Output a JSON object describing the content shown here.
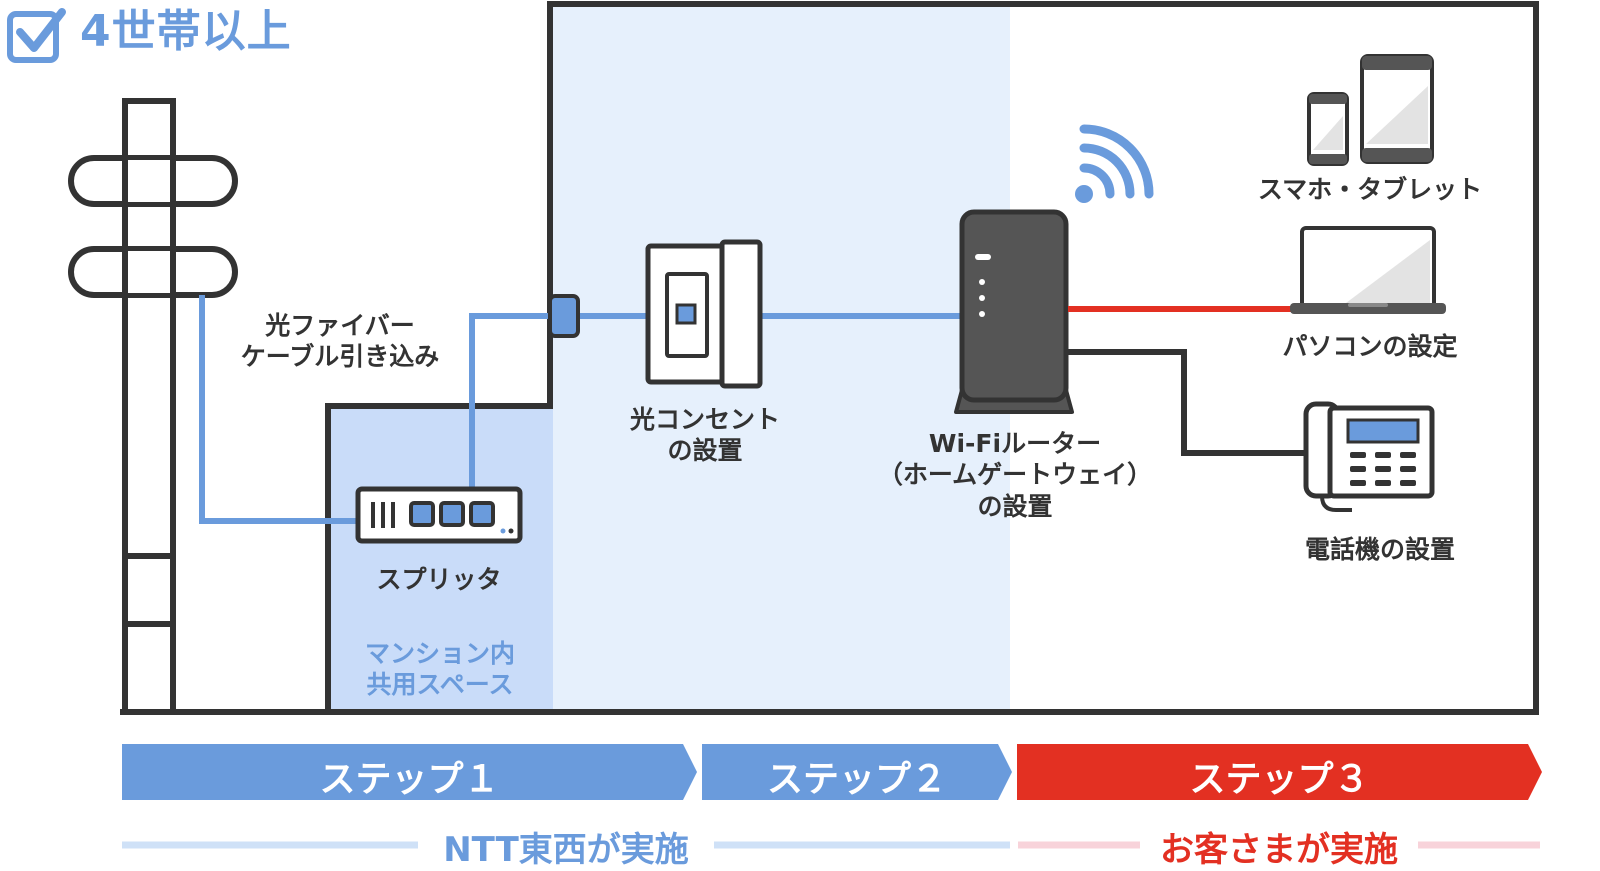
{
  "title": "4世帯以上",
  "labels": {
    "fiber_line1": "光ファイバー",
    "fiber_line2": "ケーブル引き込み",
    "splitter": "スプリッタ",
    "shared_line1": "マンション内",
    "shared_line2": "共用スペース",
    "outlet_line1": "光コンセント",
    "outlet_line2": "の設置",
    "router_line1": "Wi-Fiルーター",
    "router_line2": "（ホームゲートウェイ）",
    "router_line3": "の設置",
    "smartphone_tablet": "スマホ・タブレット",
    "pc": "パソコンの設定",
    "phone": "電話機の設置"
  },
  "steps": [
    {
      "label": "ステップ１",
      "color": "#6a9bdc"
    },
    {
      "label": "ステップ２",
      "color": "#6a9bdc"
    },
    {
      "label": "ステップ３",
      "color": "#e33022"
    }
  ],
  "responsibility": {
    "ntt": {
      "label": "NTT東西が実施",
      "color": "#6a9bdc",
      "line_color": "#cfe1f7"
    },
    "customer": {
      "label": "お客さまが実施",
      "color": "#e33022",
      "line_color": "#f8d3da"
    }
  },
  "colors": {
    "fiber": "#6a9bdc",
    "outline": "#333333",
    "shared_area": "#c9dcf9",
    "indoor_area": "#e6f0fc",
    "router": "#555555",
    "lan": "#e33022"
  }
}
